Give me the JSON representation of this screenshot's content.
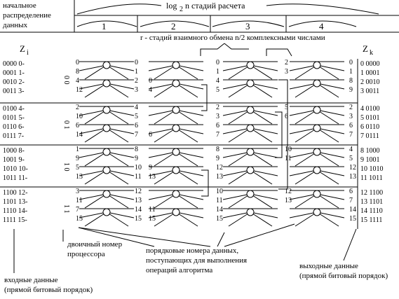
{
  "header": {
    "initial_distribution": [
      "начальное",
      "распределение",
      "данных"
    ],
    "stages_title_main": "log",
    "stages_title_sub": "2",
    "stages_title_rest": "n стадий расчета",
    "stage_numbers": [
      "1",
      "2",
      "3",
      "4"
    ],
    "exchange_title": "r - стадий взаимного обмена n/2 комплексными числами"
  },
  "zi_label": "Z",
  "zi_sub": "i",
  "zk_label": "Z",
  "zk_sub": "k",
  "inputs": [
    [
      "0000 0-",
      "0001 1-",
      "0010 2-",
      "0011 3-"
    ],
    [
      "0100 4-",
      "0101 5-",
      "0110 6-",
      "0111 7-"
    ],
    [
      "1000 8-",
      "1001 9-",
      "1010 10-",
      "1011 11-"
    ],
    [
      "1100 12-",
      "1101 13-",
      "1110 14-",
      "1111 15-"
    ]
  ],
  "processors": [
    "0 0",
    "0 1",
    "1 0",
    "1 1"
  ],
  "stage_labels": [
    [
      [
        "0",
        "8",
        "4",
        "12"
      ],
      [
        "0",
        "1",
        "2",
        "3"
      ]
    ],
    [
      [
        "2",
        "10",
        "6",
        "14"
      ],
      [
        "4",
        "5",
        "6",
        "7"
      ]
    ],
    [
      [
        "1",
        "9",
        "5",
        "13"
      ],
      [
        "8",
        "9",
        "10",
        "11"
      ]
    ],
    [
      [
        "3",
        "11",
        "7",
        "15"
      ],
      [
        "12",
        "13",
        "14",
        "15"
      ]
    ]
  ],
  "stage2_labels": [
    [
      [
        "",
        "",
        "0",
        "4"
      ]
    ],
    [
      [
        "",
        "",
        "",
        "6"
      ]
    ],
    [
      [
        "",
        "",
        "9",
        "13"
      ]
    ],
    [
      [
        "",
        "",
        "11",
        "15"
      ]
    ]
  ],
  "stage3_labels": [
    [
      [
        "0",
        "1",
        "4",
        "5"
      ]
    ],
    [
      [
        "2",
        "3",
        "6",
        "7"
      ]
    ],
    [
      [
        "8",
        "9",
        "12",
        "13"
      ]
    ],
    [
      [
        "10",
        "11",
        "14",
        "15"
      ]
    ]
  ],
  "stage4_labels": [
    [
      [
        "0",
        "1",
        "8",
        "9"
      ],
      [
        "2",
        "3"
      ]
    ],
    [
      [
        "2",
        "3",
        "6",
        "7"
      ],
      [
        "5",
        "6"
      ]
    ],
    [
      [
        "4",
        "5",
        "12",
        "13"
      ],
      [
        "10",
        "11"
      ]
    ],
    [
      [
        "6",
        "7",
        "14",
        "15"
      ],
      [
        "12",
        "13"
      ]
    ]
  ],
  "outputs": [
    [
      "0  0000",
      "1  0001",
      "2  0010",
      "3  0011"
    ],
    [
      "4  0100",
      "5  0101",
      "6  0110",
      "7  0111"
    ],
    [
      "8  1000",
      "9  1001",
      "10 1010",
      "11 1011"
    ],
    [
      "12 1100",
      "13 1101",
      "14 1110",
      "15 1111"
    ]
  ],
  "notes": {
    "processor_binary": [
      "двоичный номер",
      "процессора"
    ],
    "ordinal_numbers": [
      "порядковые номера данных,",
      "поступающих для выполнения",
      "операций алгоритма"
    ],
    "input_data": [
      "входные данные",
      "(прямой битовый порядок)"
    ],
    "output_data": [
      "выходные данные",
      "(прямой битовый порядок)"
    ]
  }
}
